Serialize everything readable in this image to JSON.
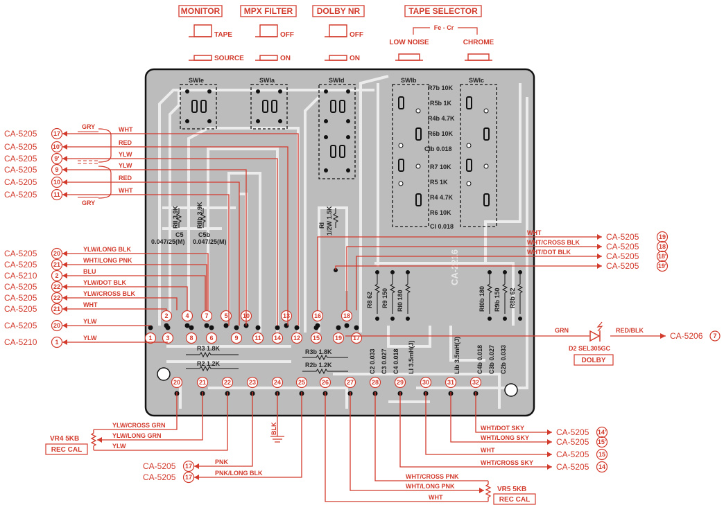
{
  "switch_panel": {
    "monitor": {
      "title": "MONITOR",
      "upper": "TAPE",
      "lower": "SOURCE"
    },
    "mpx_filter": {
      "title": "MPX FILTER",
      "upper": "OFF",
      "lower": "ON"
    },
    "dolby_nr": {
      "title": "DOLBY NR",
      "upper": "OFF",
      "lower": "ON"
    },
    "tape_selector": {
      "title": "TAPE SELECTOR",
      "bracket": "Fe - Cr",
      "left": "LOW NOISE",
      "right": "CHROME"
    }
  },
  "board": {
    "name": "CA-2216",
    "switches": [
      "SWIe",
      "SWIa",
      "SWId",
      "SWIb",
      "SWIc"
    ],
    "components": {
      "r11": "RII 3.9K",
      "r11b": "RIIb 3.9K",
      "c5": "C5",
      "c5_val": "0.047/25(M)",
      "c5b": "C5b",
      "c5b_val": "0.047/25(M)",
      "r1": "RI",
      "r1_val": "1/2W 1.5K",
      "r3": "R3 1.8K",
      "r2": "R2 1.2K",
      "r3b": "R3b 1.8K",
      "r2b": "R2b 1.2K",
      "r8": "R8 62",
      "r9": "R9 150",
      "r10": "RI0 180",
      "r10b": "RI0b 180",
      "r9b": "R9b 150",
      "r8b": "R8b 62",
      "c2": "C2 0.033",
      "c3": "C3 0.027",
      "c4": "C4 0.018",
      "l1": "LI 3.5mH(J)",
      "l1b": "Lib 3.5mH(J)",
      "c4b": "C4b 0.018",
      "c3b": "C3b 0.027",
      "c2b": "C2b 0.033",
      "r7b": "R7b 10K",
      "r5b": "R5b 1K",
      "r4b": "R4b 4.7K",
      "r6b": "R6b 10K",
      "c1b": "CIb 0.018",
      "r7": "R7 10K",
      "r5": "R5 1K",
      "r4": "R4 4.7K",
      "r6": "R6 10K",
      "c1": "CI 0.018"
    },
    "pins_top": [
      "2",
      "4",
      "7",
      "5",
      "10",
      "13",
      "16",
      "18"
    ],
    "pins_mid": [
      "1",
      "3",
      "8",
      "6",
      "9",
      "11",
      "14",
      "12",
      "15",
      "19",
      "17"
    ],
    "pins_bottom": [
      "20",
      "21",
      "22",
      "23",
      "24",
      "25",
      "26",
      "27",
      "28",
      "29",
      "30",
      "31",
      "32"
    ]
  },
  "left_connections": [
    {
      "connector": "CA-5205",
      "pin": "17",
      "wire": "WHT"
    },
    {
      "connector": "CA-5205",
      "pin": "10'",
      "wire": "RED"
    },
    {
      "connector": "CA-5205",
      "pin": "9'",
      "wire": "YLW"
    },
    {
      "connector": "CA-5205",
      "pin": "9",
      "wire": "YLW"
    },
    {
      "connector": "CA-5205",
      "pin": "10",
      "wire": "RED"
    },
    {
      "connector": "CA-5205",
      "pin": "11",
      "wire": "WHT"
    },
    {
      "connector": "CA-5205",
      "pin": "20",
      "wire": "YLW/LONG BLK"
    },
    {
      "connector": "CA-5205",
      "pin": "21",
      "wire": "WHT/LONG PNK"
    },
    {
      "connector": "CA-5210",
      "pin": "2",
      "wire": "BLU"
    },
    {
      "connector": "CA-5205",
      "pin": "22",
      "wire": "YLW/DOT BLK"
    },
    {
      "connector": "CA-5205",
      "pin": "22",
      "wire": "YLW/CROSS BLK"
    },
    {
      "connector": "CA-5205",
      "pin": "21",
      "wire": "WHT"
    },
    {
      "connector": "CA-5205",
      "pin": "20",
      "wire": "YLW"
    },
    {
      "connector": "CA-5210",
      "pin": "1",
      "wire": "YLW"
    }
  ],
  "shield_labels": {
    "top": "GRY",
    "bottom": "GRY"
  },
  "right_connections": [
    {
      "connector": "CA-5205",
      "pin": "19",
      "wire": "WHT"
    },
    {
      "connector": "CA-5205",
      "pin": "18",
      "wire": "WHT/CROSS BLK"
    },
    {
      "connector": "CA-5205",
      "pin": "18'",
      "wire": "WHT/DOT BLK"
    },
    {
      "connector": "CA-5205",
      "pin": "19'",
      "wire": ""
    }
  ],
  "dolby_led": {
    "wire_in": "GRN",
    "wire_out": "RED/BLK",
    "part": "D2 SEL305GC",
    "label": "DOLBY",
    "connector": "CA-5206",
    "pin": "7"
  },
  "bottom_right_connections": [
    {
      "connector": "CA-5205",
      "pin": "14'",
      "wire": "WHT/DOT SKY"
    },
    {
      "connector": "CA-5205",
      "pin": "15'",
      "wire": "WHT/LONG SKY"
    },
    {
      "connector": "CA-5205",
      "pin": "15",
      "wire": "WHT"
    },
    {
      "connector": "CA-5205",
      "pin": "14",
      "wire": "WHT/CROSS SKY"
    }
  ],
  "bottom_left_connections": [
    {
      "connector": "CA-5205",
      "pin": "17",
      "wire": "PNK"
    },
    {
      "connector": "CA-5205",
      "pin": "17",
      "wire": "PNK/LONG BLK"
    }
  ],
  "vr4": {
    "name": "VR4 5KB",
    "label": "REC CAL",
    "wires": [
      "YLW/CROSS GRN",
      "YLW/LONG GRN",
      "YLW"
    ]
  },
  "vr5": {
    "name": "VR5 5KB",
    "label": "REC CAL",
    "wires": [
      "WHT/CROSS PNK",
      "WHT/LONG PNK",
      "WHT"
    ]
  },
  "ground_label": "BLK"
}
